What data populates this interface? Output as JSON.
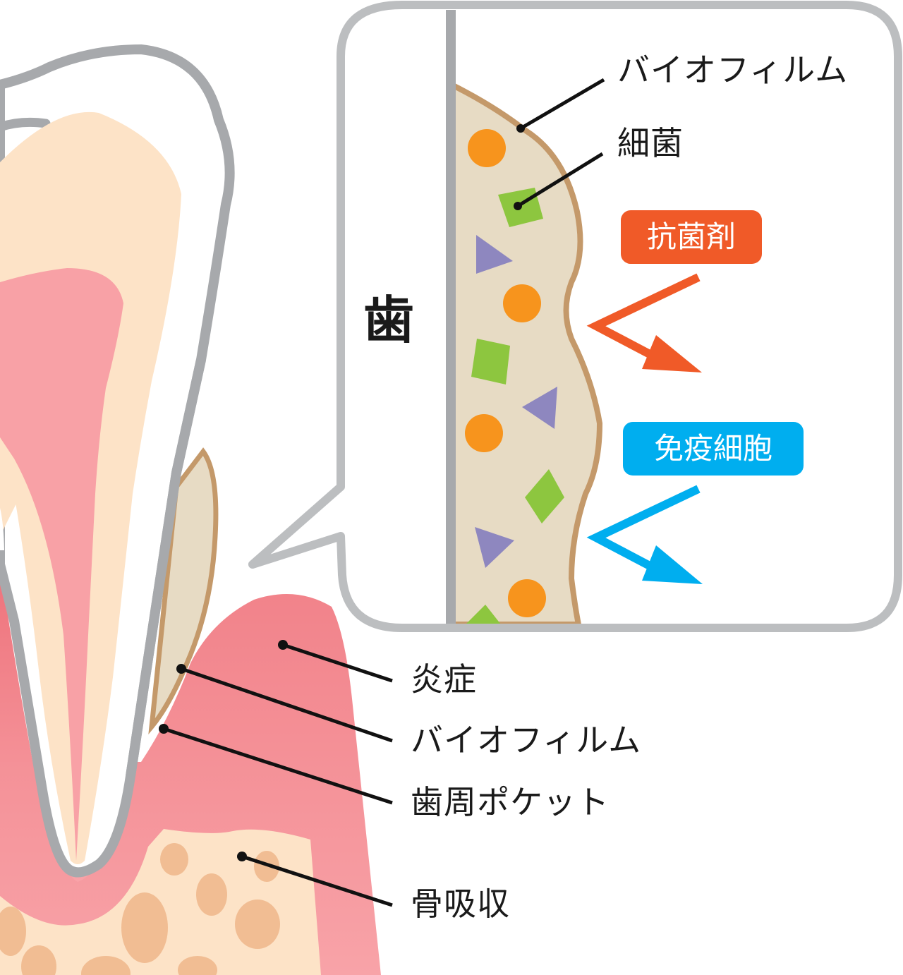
{
  "colors": {
    "outline_gray": "#a7a9ac",
    "bubble_gray": "#bcbec0",
    "enamel_white": "#ffffff",
    "dentin": "#fde3c7",
    "pulp": "#f8a1a6",
    "gum_top": "#ee727b",
    "gum_bottom": "#f7a3a8",
    "bone": "#fde3c7",
    "bone_spots": "#f1bd93",
    "biofilm_fill": "#e7dbc4",
    "biofilm_edge": "#c4996a",
    "bacteria_orange": "#f7941d",
    "bacteria_green": "#8dc63f",
    "bacteria_purple": "#8e87bf",
    "antibacterial_red": "#f05a28",
    "immune_blue": "#00aeef",
    "leader_line": "#111111"
  },
  "inset": {
    "tooth_label": "歯",
    "biofilm_label": "バイオフィルム",
    "bacteria_label": "細菌",
    "antibacterial_badge": "抗菌剤",
    "immune_badge": "免疫細胞"
  },
  "callouts": [
    {
      "id": "inflammation",
      "label": "炎症"
    },
    {
      "id": "biofilm",
      "label": "バイオフィルム"
    },
    {
      "id": "periodontal-pocket",
      "label": "歯周ポケット"
    },
    {
      "id": "bone-resorption",
      "label": "骨吸収"
    }
  ]
}
